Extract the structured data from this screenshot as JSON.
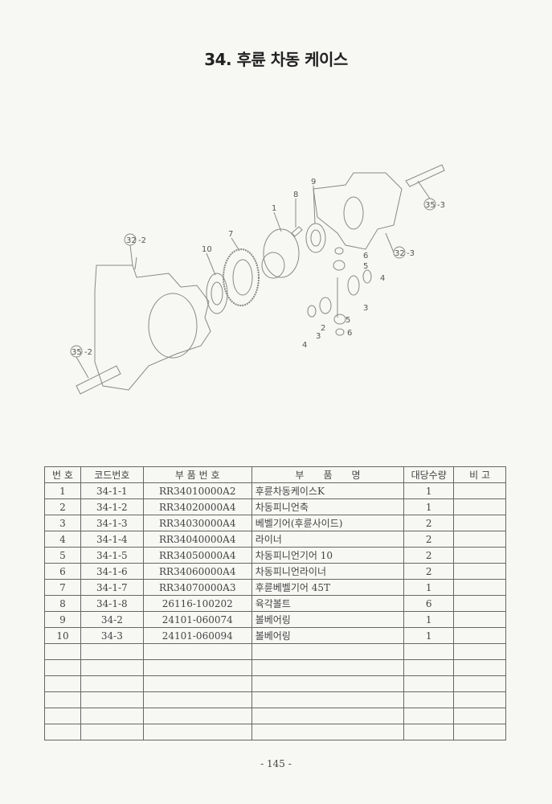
{
  "title": "34. 후륜 차동 케이스",
  "diagram": {
    "callouts": [
      "32",
      "-2",
      "35",
      "-2",
      "10",
      "7",
      "1",
      "8",
      "9",
      "35",
      "-3",
      "32",
      "-3",
      "6",
      "5",
      "4",
      "3",
      "2",
      "4",
      "3",
      "5",
      "6"
    ]
  },
  "table": {
    "headers": [
      "번 호",
      "코드번호",
      "부 품 번 호",
      "부　　품　　명",
      "대당수량",
      "비 고"
    ],
    "rows": [
      [
        "1",
        "34-1-1",
        "RR34010000A2",
        "후륜차동케이스K",
        "1",
        ""
      ],
      [
        "2",
        "34-1-2",
        "RR34020000A4",
        "차동피니언축",
        "1",
        ""
      ],
      [
        "3",
        "34-1-3",
        "RR34030000A4",
        "베벨기어(후륜사이드)",
        "2",
        ""
      ],
      [
        "4",
        "34-1-4",
        "RR34040000A4",
        "라이너",
        "2",
        ""
      ],
      [
        "5",
        "34-1-5",
        "RR34050000A4",
        "차동피니언기어 10",
        "2",
        ""
      ],
      [
        "6",
        "34-1-6",
        "RR34060000A4",
        "차동피니언라이너",
        "2",
        ""
      ],
      [
        "7",
        "34-1-7",
        "RR34070000A3",
        "후륜베벨기어 45T",
        "1",
        ""
      ],
      [
        "8",
        "34-1-8",
        "26116-100202",
        "육각볼트",
        "6",
        ""
      ],
      [
        "9",
        "34-2",
        "24101-060074",
        "볼베어링",
        "1",
        ""
      ],
      [
        "10",
        "34-3",
        "24101-060094",
        "볼베어링",
        "1",
        ""
      ]
    ],
    "empty_rows": 6
  },
  "page_number": "- 145 -"
}
